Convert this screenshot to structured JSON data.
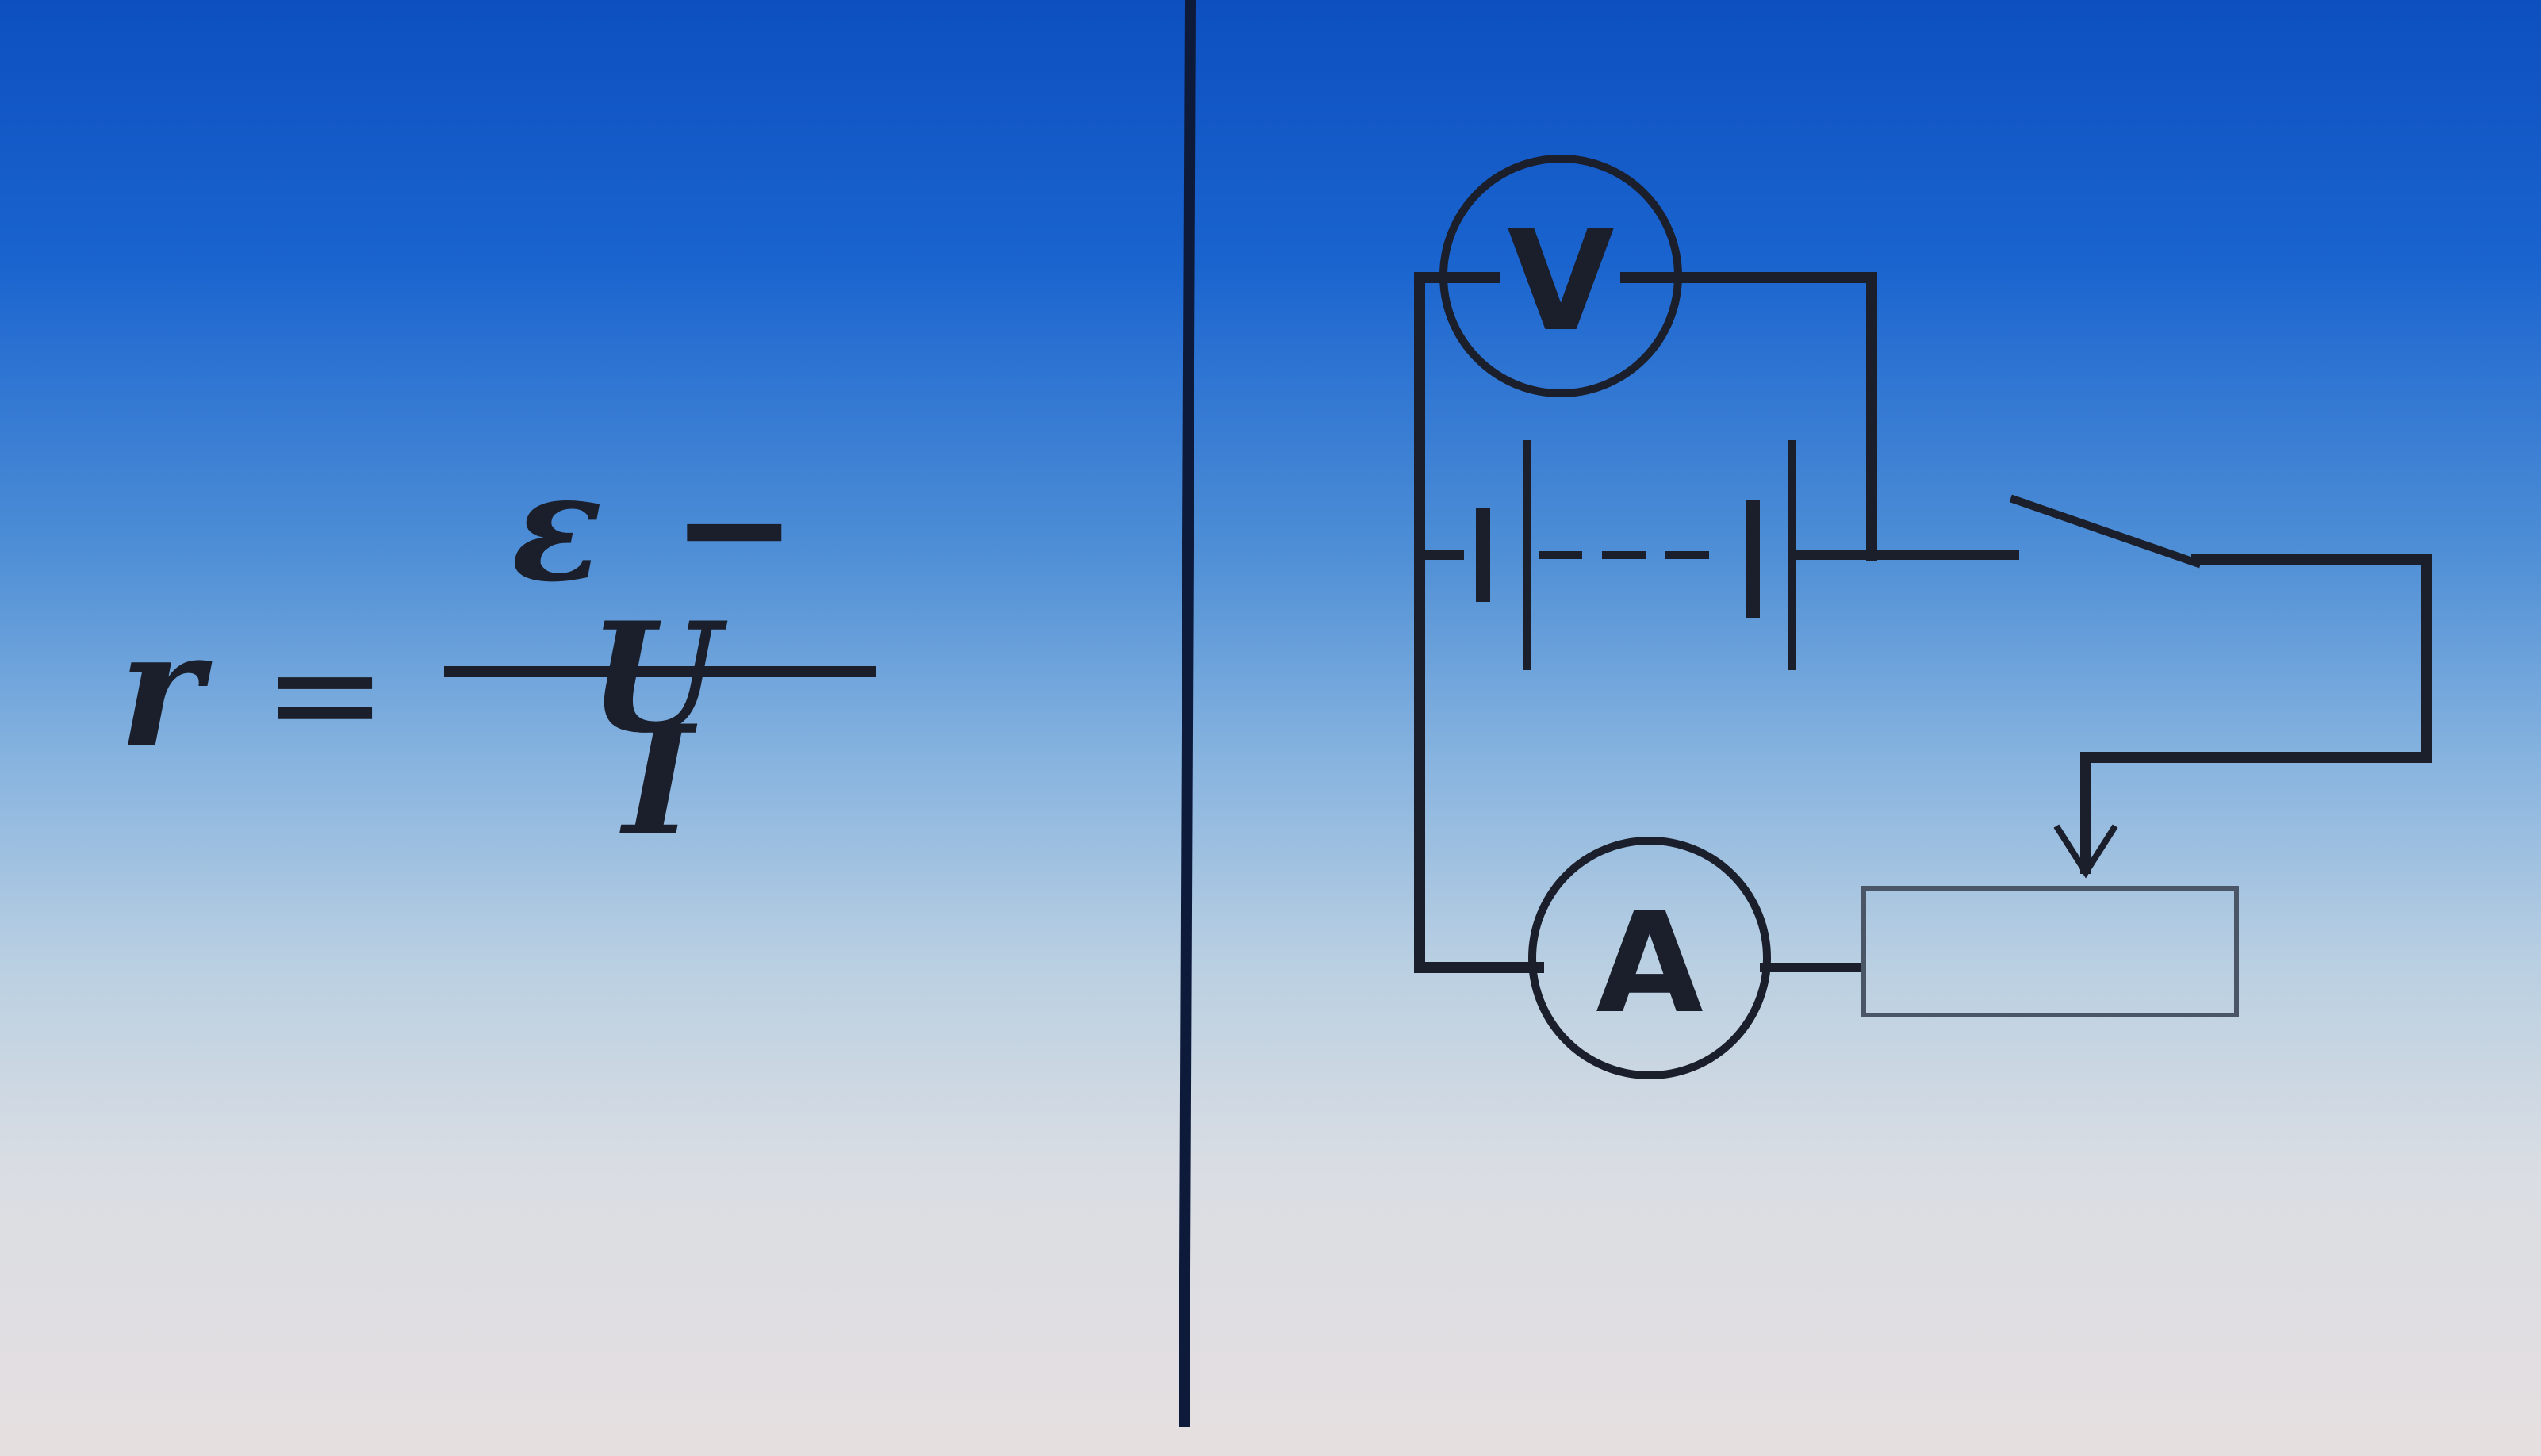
{
  "formula": {
    "lhs": "r",
    "equals": "=",
    "numerator": "ε − U",
    "denominator": "I"
  },
  "circuit": {
    "voltmeter_label": "V",
    "ammeter_label": "A"
  },
  "colors": {
    "ink": "#1b1f2b",
    "background_top": "#0d4fbf",
    "background_bottom": "#e6dfe0"
  }
}
